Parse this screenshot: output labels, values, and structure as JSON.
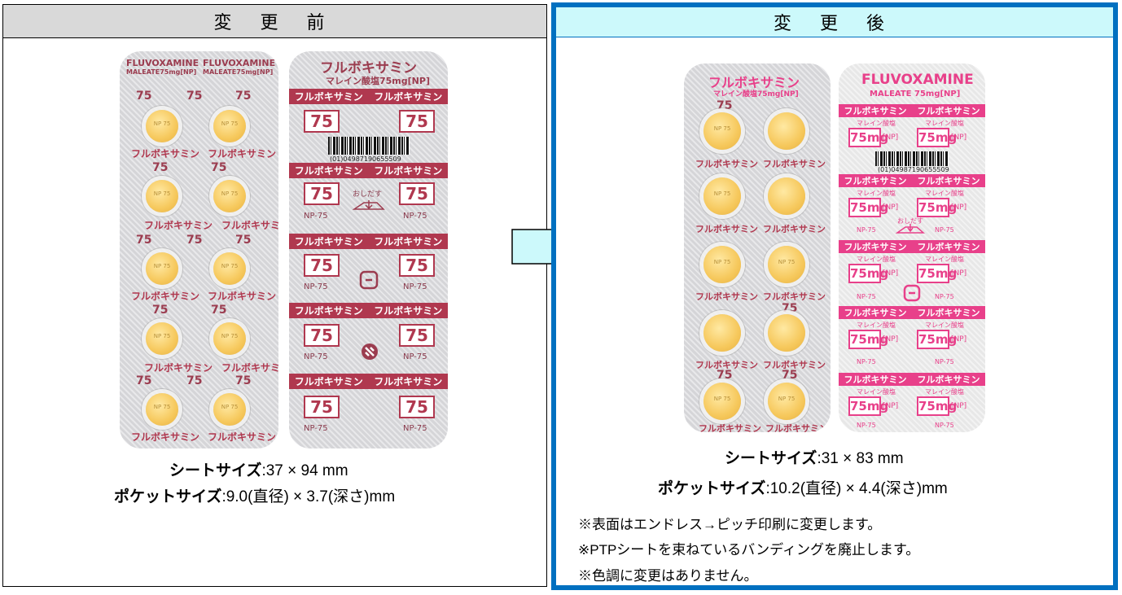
{
  "before": {
    "header": "変 更 前",
    "sheet_a": {
      "top_text_1": "FLUVOXAMINE",
      "top_text_2": "MALEATE75mg[NP]",
      "strength": "75",
      "tablet_code": "NP 75",
      "row_label": "フルボキサミン"
    },
    "sheet_b": {
      "brand": "フルボキサミン",
      "sub": "マレイン酸塩75mg[NP]",
      "strength": "75",
      "np": "NP-75",
      "barcode_number": "(01)04987190655509",
      "push_label": "おしだす"
    },
    "caption_sheet_label": "シートサイズ",
    "caption_sheet_value": ":37 × 94 mm",
    "caption_pocket_label": "ポケットサイズ",
    "caption_pocket_value": ":9.0(直径) × 3.7(深さ)mm"
  },
  "after": {
    "header": "変 更 後",
    "sheet_a": {
      "brand": "フルボキサミン",
      "sub": "マレイン酸塩75mg[NP]",
      "strength": "75",
      "tablet_code": "NP 75",
      "row_label": "フルボキサミン"
    },
    "sheet_b": {
      "top_text_1": "FLUVOXAMINE",
      "top_text_2": "MALEATE 75mg[NP]",
      "bar_label": "フルボキサミン",
      "sub": "マレイン酸塩",
      "strength": "75mg",
      "np_bracket": "[NP]",
      "np": "NP-75",
      "barcode_number": "(01)04987190655509",
      "push_label": "おしだす"
    },
    "caption_sheet_label": "シートサイズ",
    "caption_sheet_value": ":31 × 83 mm",
    "caption_pocket_label": "ポケットサイズ",
    "caption_pocket_value": ":10.2(直径) × 4.4(深さ)mm",
    "notes": [
      "※表面はエンドレス→ピッチ印刷に変更します。",
      "※PTPシートを束ねているバンディングを廃止します。",
      "※色調に変更はありません。"
    ]
  },
  "colors": {
    "after_border": "#0070c0",
    "after_header_bg": "#ccf9fb",
    "before_header_bg": "#d9d9d9",
    "arrow_fill": "#ccf9fb"
  }
}
